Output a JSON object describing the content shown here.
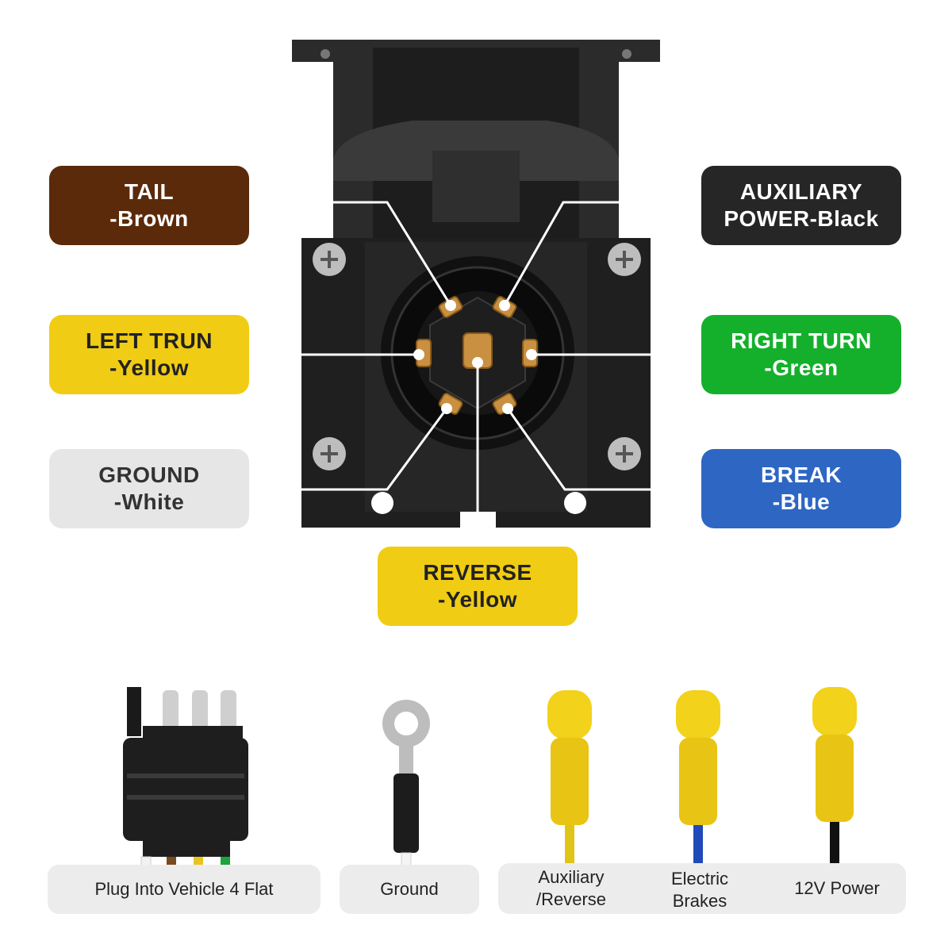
{
  "pins": [
    {
      "id": "tail",
      "line1": "TAIL",
      "line2": "-Brown",
      "bg": "#5a2a0a",
      "fg": "#ffffff"
    },
    {
      "id": "left-turn",
      "line1": "LEFT TRUN",
      "line2": "-Yellow",
      "bg": "#f0cc14",
      "fg": "#222222"
    },
    {
      "id": "ground",
      "line1": "GROUND",
      "line2": "-White",
      "bg": "#e6e6e6",
      "fg": "#333333"
    },
    {
      "id": "auxiliary-power",
      "line1": "AUXILIARY",
      "line2": "POWER-Black",
      "bg": "#262626",
      "fg": "#ffffff"
    },
    {
      "id": "right-turn",
      "line1": "RIGHT TURN",
      "line2": "-Green",
      "bg": "#14b02c",
      "fg": "#ffffff"
    },
    {
      "id": "brake",
      "line1": "BREAK",
      "line2": "-Blue",
      "bg": "#2e66c4",
      "fg": "#ffffff"
    },
    {
      "id": "reverse",
      "line1": "REVERSE",
      "line2": "-Yellow",
      "bg": "#f0cc14",
      "fg": "#222222"
    }
  ],
  "captions": {
    "plug": "Plug Into Vehicle 4 Flat",
    "ground": "Ground",
    "aux_line1": "Auxiliary",
    "aux_line2": "/Reverse",
    "brakes_line1": "Electric",
    "brakes_line2": "Brakes",
    "power": "12V Power"
  }
}
